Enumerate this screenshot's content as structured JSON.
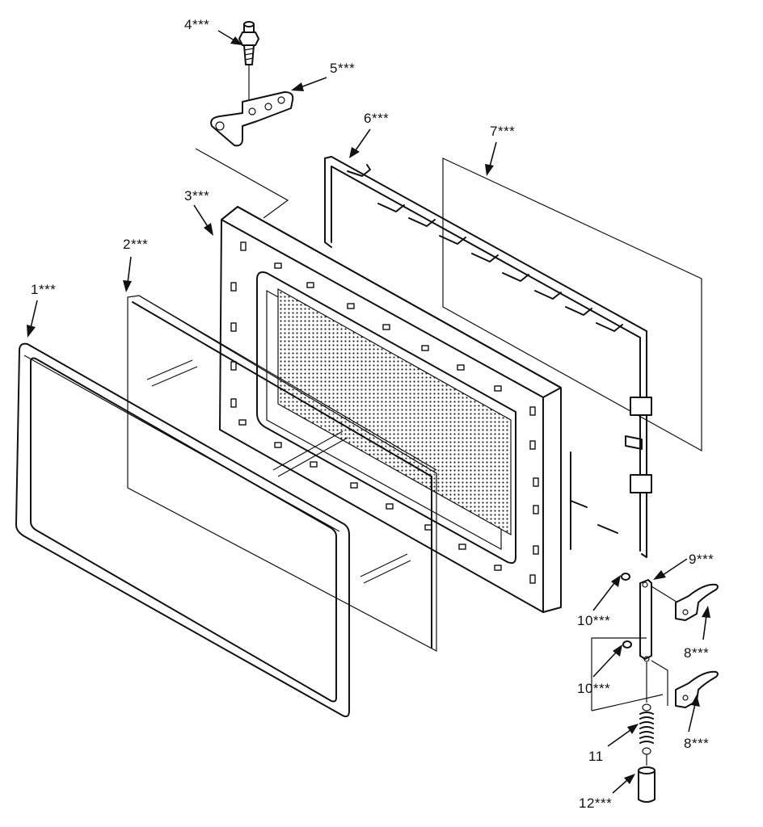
{
  "callouts": [
    {
      "id": "1",
      "label": "1***"
    },
    {
      "id": "2",
      "label": "2***"
    },
    {
      "id": "3",
      "label": "3***"
    },
    {
      "id": "4",
      "label": "4***"
    },
    {
      "id": "5",
      "label": "5***"
    },
    {
      "id": "6",
      "label": "6***"
    },
    {
      "id": "7",
      "label": "7***"
    },
    {
      "id": "8a",
      "label": "8***"
    },
    {
      "id": "8b",
      "label": "8***"
    },
    {
      "id": "9",
      "label": "9***"
    },
    {
      "id": "10a",
      "label": "10***"
    },
    {
      "id": "10b",
      "label": "10***"
    },
    {
      "id": "11",
      "label": "11"
    },
    {
      "id": "12",
      "label": "12***"
    }
  ]
}
